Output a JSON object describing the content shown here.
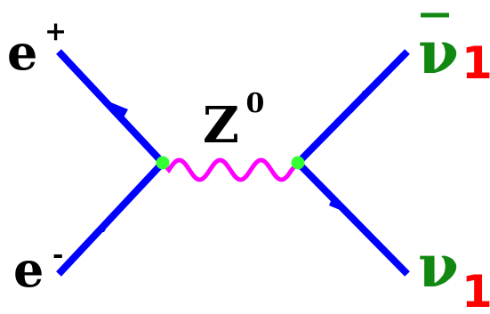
{
  "labels": {
    "positron": {
      "symbol": "e",
      "charge": "+"
    },
    "electron": {
      "symbol": "e",
      "charge": "-"
    },
    "boson": {
      "symbol": "Z",
      "charge": "0"
    },
    "antineutrino": {
      "symbol": "ν",
      "index": "1"
    },
    "neutrino": {
      "symbol": "ν",
      "index": "1"
    }
  },
  "colors": {
    "fermion_line": "#0000ff",
    "boson_line": "#ff00ff",
    "vertex": "#33ff33",
    "label_black": "#000000",
    "neutrino_green": "#118811",
    "index_red": "#ff0000"
  }
}
